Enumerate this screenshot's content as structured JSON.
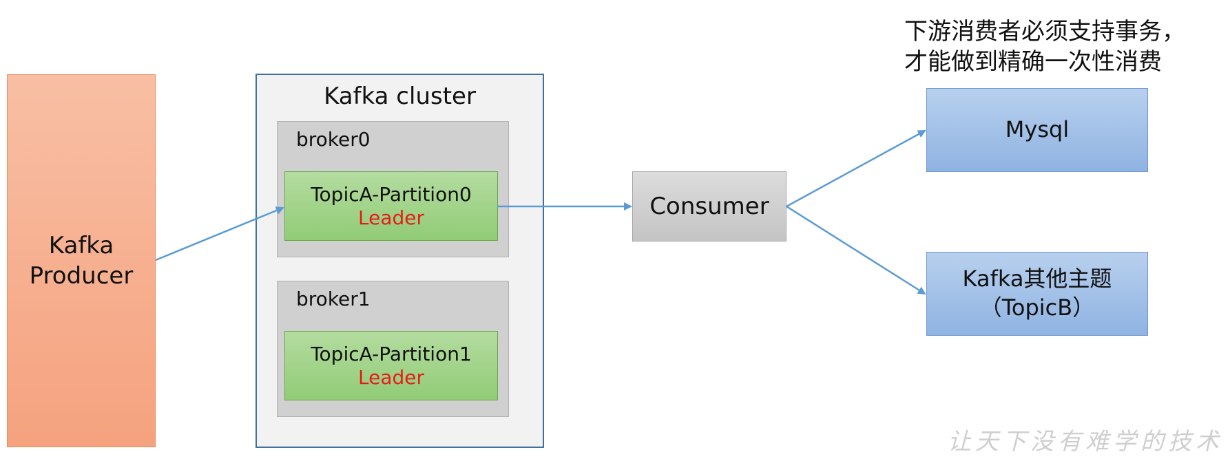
{
  "producer": {
    "line1": "Kafka",
    "line2": "Producer"
  },
  "cluster": {
    "title": "Kafka cluster",
    "brokers": [
      {
        "label": "broker0",
        "partition": "TopicA-Partition0",
        "role": "Leader"
      },
      {
        "label": "broker1",
        "partition": "TopicA-Partition1",
        "role": "Leader"
      }
    ]
  },
  "consumer": {
    "label": "Consumer"
  },
  "targets": {
    "mysql": {
      "label": "Mysql"
    },
    "kafka_topic": {
      "line1": "Kafka其他主题",
      "line2": "（TopicB）"
    }
  },
  "note": {
    "line1": "下游消费者必须支持事务，",
    "line2": "才能做到精确一次性消费"
  },
  "watermark": "让天下没有难学的技术",
  "colors": {
    "producer_fill": "#f5a27e",
    "cluster_border": "#41719c",
    "broker_fill": "#d0d0d0",
    "partition_fill": "#91cc76",
    "leader_text": "#e81a1a",
    "consumer_fill": "#c4c4c4",
    "target_fill": "#8fb3e2",
    "arrow": "#5b9bd5"
  }
}
